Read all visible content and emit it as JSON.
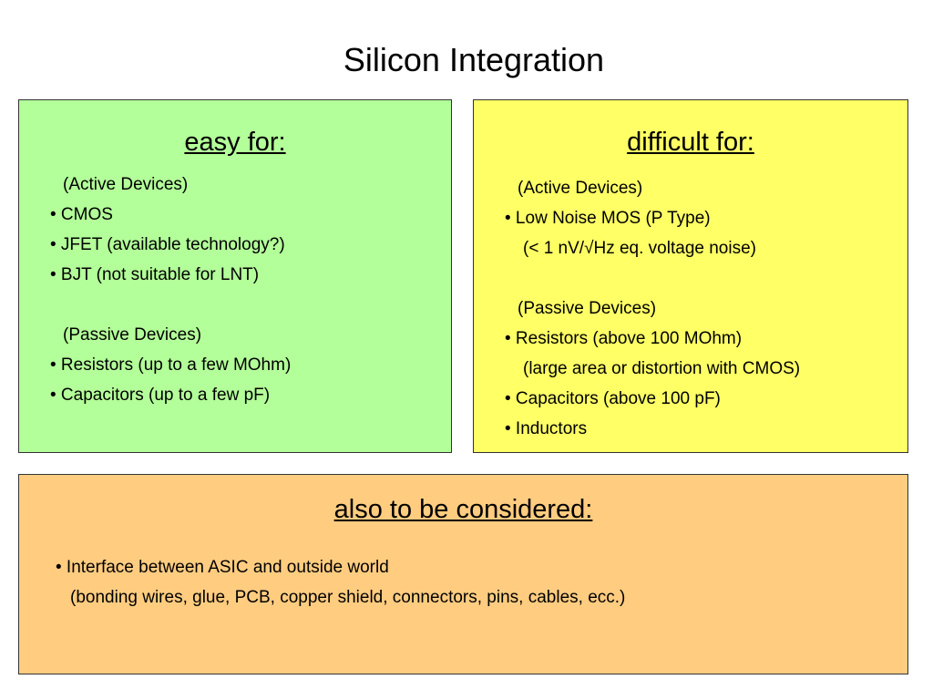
{
  "title": "Silicon Integration",
  "easy": {
    "heading": "easy for:",
    "lines": [
      "(Active Devices)",
      "• CMOS",
      "• JFET (available technology?)",
      "• BJT (not suitable for LNT)",
      "",
      "(Passive Devices)",
      "• Resistors (up to a few MOhm)",
      "• Capacitors (up to a few pF)"
    ]
  },
  "difficult": {
    "heading": "difficult for:",
    "lines": [
      "(Active Devices)",
      "• Low Noise MOS (P Type)",
      "(< 1 nV/√Hz eq. voltage noise)",
      "",
      "(Passive Devices)",
      "• Resistors (above 100 MOhm)",
      "(large area or distortion with CMOS)",
      "• Capacitors (above 100 pF)",
      "• Inductors"
    ]
  },
  "also": {
    "heading": "also to be considered:",
    "lines": [
      "• Interface between ASIC and outside world",
      "(bonding wires, glue, PCB, copper shield, connectors, pins, cables, ecc.)"
    ]
  },
  "colors": {
    "easy_panel": "#b3ff99",
    "difficult_panel": "#ffff66",
    "also_panel": "#ffcc80"
  }
}
